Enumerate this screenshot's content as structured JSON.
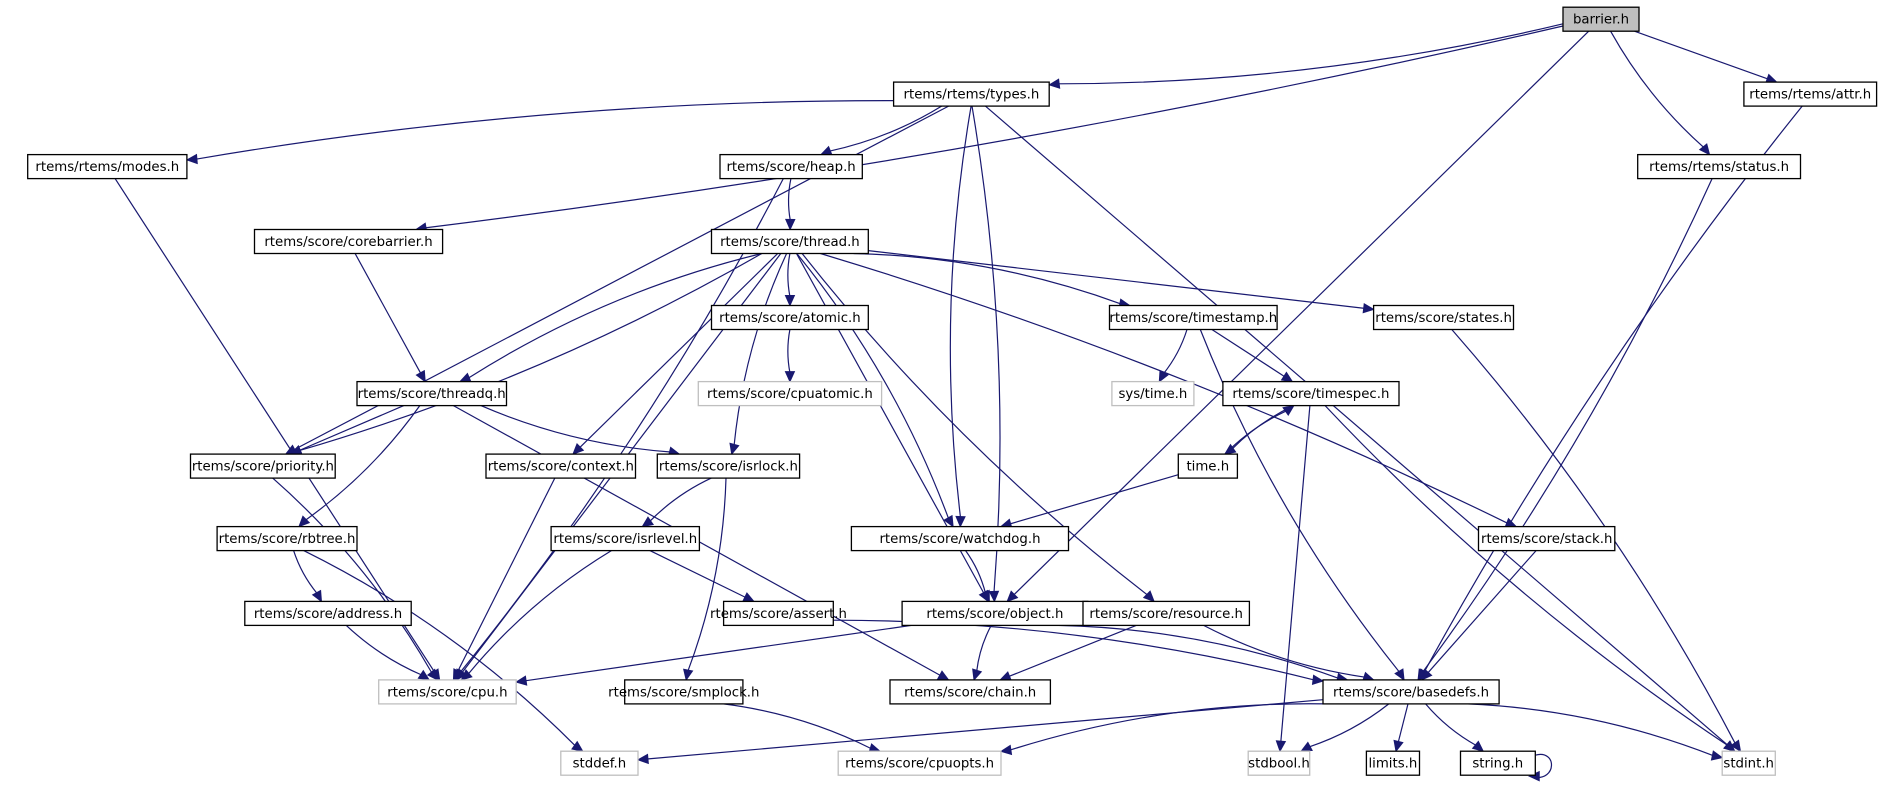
{
  "title": "barrier.h include dependency graph",
  "colors": {
    "edge": "#191970",
    "node_border": "#000000",
    "node_border_external": "#bfbfbf",
    "root_fill": "#bfbfbf",
    "node_fill": "#ffffff"
  },
  "nodes": [
    {
      "id": "barrier",
      "label": "barrier.h",
      "kind": "root"
    },
    {
      "id": "types",
      "label": "rtems/rtems/types.h",
      "kind": "documented"
    },
    {
      "id": "attr",
      "label": "rtems/rtems/attr.h",
      "kind": "documented"
    },
    {
      "id": "modes",
      "label": "rtems/rtems/modes.h",
      "kind": "documented"
    },
    {
      "id": "heap",
      "label": "rtems/score/heap.h",
      "kind": "documented"
    },
    {
      "id": "status",
      "label": "rtems/rtems/status.h",
      "kind": "documented"
    },
    {
      "id": "corebarrier",
      "label": "rtems/score/corebarrier.h",
      "kind": "documented"
    },
    {
      "id": "thread",
      "label": "rtems/score/thread.h",
      "kind": "documented"
    },
    {
      "id": "atomic",
      "label": "rtems/score/atomic.h",
      "kind": "documented"
    },
    {
      "id": "timestamp",
      "label": "rtems/score/timestamp.h",
      "kind": "documented"
    },
    {
      "id": "states",
      "label": "rtems/score/states.h",
      "kind": "documented"
    },
    {
      "id": "threadq",
      "label": "rtems/score/threadq.h",
      "kind": "documented"
    },
    {
      "id": "cpuatomic",
      "label": "rtems/score/cpuatomic.h",
      "kind": "external"
    },
    {
      "id": "systime",
      "label": "sys/time.h",
      "kind": "external"
    },
    {
      "id": "timespec",
      "label": "rtems/score/timespec.h",
      "kind": "documented"
    },
    {
      "id": "priority",
      "label": "rtems/score/priority.h",
      "kind": "documented"
    },
    {
      "id": "context",
      "label": "rtems/score/context.h",
      "kind": "documented"
    },
    {
      "id": "isrlock",
      "label": "rtems/score/isrlock.h",
      "kind": "documented"
    },
    {
      "id": "timeh",
      "label": "time.h",
      "kind": "documented"
    },
    {
      "id": "rbtree",
      "label": "rtems/score/rbtree.h",
      "kind": "documented"
    },
    {
      "id": "isrlevel",
      "label": "rtems/score/isrlevel.h",
      "kind": "documented"
    },
    {
      "id": "watchdog",
      "label": "rtems/score/watchdog.h",
      "kind": "documented"
    },
    {
      "id": "stack",
      "label": "rtems/score/stack.h",
      "kind": "documented"
    },
    {
      "id": "address",
      "label": "rtems/score/address.h",
      "kind": "documented"
    },
    {
      "id": "assert",
      "label": "rtems/score/assert.h",
      "kind": "documented"
    },
    {
      "id": "object",
      "label": "rtems/score/object.h",
      "kind": "documented"
    },
    {
      "id": "resource",
      "label": "rtems/score/resource.h",
      "kind": "documented"
    },
    {
      "id": "cpu",
      "label": "rtems/score/cpu.h",
      "kind": "external"
    },
    {
      "id": "smplock",
      "label": "rtems/score/smplock.h",
      "kind": "documented"
    },
    {
      "id": "chain",
      "label": "rtems/score/chain.h",
      "kind": "documented"
    },
    {
      "id": "basedefs",
      "label": "rtems/score/basedefs.h",
      "kind": "documented"
    },
    {
      "id": "stddef",
      "label": "stddef.h",
      "kind": "external"
    },
    {
      "id": "cpuopts",
      "label": "rtems/score/cpuopts.h",
      "kind": "external"
    },
    {
      "id": "stdbool",
      "label": "stdbool.h",
      "kind": "external"
    },
    {
      "id": "limits",
      "label": "limits.h",
      "kind": "documented"
    },
    {
      "id": "string",
      "label": "string.h",
      "kind": "documented"
    },
    {
      "id": "stdint",
      "label": "stdint.h",
      "kind": "external"
    }
  ],
  "edges": [
    [
      "barrier",
      "types"
    ],
    [
      "barrier",
      "attr"
    ],
    [
      "barrier",
      "status"
    ],
    [
      "barrier",
      "corebarrier"
    ],
    [
      "barrier",
      "object"
    ],
    [
      "types",
      "modes"
    ],
    [
      "types",
      "heap"
    ],
    [
      "types",
      "priority"
    ],
    [
      "types",
      "watchdog"
    ],
    [
      "types",
      "object"
    ],
    [
      "types",
      "stdint"
    ],
    [
      "attr",
      "basedefs"
    ],
    [
      "status",
      "basedefs"
    ],
    [
      "modes",
      "cpu"
    ],
    [
      "heap",
      "thread"
    ],
    [
      "heap",
      "cpu"
    ],
    [
      "corebarrier",
      "threadq"
    ],
    [
      "thread",
      "atomic"
    ],
    [
      "thread",
      "timestamp"
    ],
    [
      "thread",
      "states"
    ],
    [
      "thread",
      "threadq"
    ],
    [
      "thread",
      "priority"
    ],
    [
      "thread",
      "context"
    ],
    [
      "thread",
      "isrlock"
    ],
    [
      "thread",
      "watchdog"
    ],
    [
      "thread",
      "object"
    ],
    [
      "thread",
      "resource"
    ],
    [
      "thread",
      "stack"
    ],
    [
      "thread",
      "cpu"
    ],
    [
      "atomic",
      "cpuatomic"
    ],
    [
      "timestamp",
      "systime"
    ],
    [
      "timestamp",
      "timespec"
    ],
    [
      "timestamp",
      "basedefs"
    ],
    [
      "states",
      "stdint"
    ],
    [
      "threadq",
      "priority"
    ],
    [
      "threadq",
      "isrlock"
    ],
    [
      "threadq",
      "rbtree"
    ],
    [
      "threadq",
      "chain"
    ],
    [
      "timespec",
      "timeh"
    ],
    [
      "timeh",
      "timespec"
    ],
    [
      "timespec",
      "stdbool"
    ],
    [
      "timespec",
      "stdint"
    ],
    [
      "priority",
      "cpu"
    ],
    [
      "context",
      "cpu"
    ],
    [
      "isrlock",
      "isrlevel"
    ],
    [
      "isrlock",
      "smplock"
    ],
    [
      "timeh",
      "watchdog"
    ],
    [
      "rbtree",
      "address"
    ],
    [
      "rbtree",
      "stddef"
    ],
    [
      "isrlevel",
      "assert"
    ],
    [
      "isrlevel",
      "cpu"
    ],
    [
      "watchdog",
      "object"
    ],
    [
      "stack",
      "basedefs"
    ],
    [
      "address",
      "cpu"
    ],
    [
      "assert",
      "basedefs"
    ],
    [
      "object",
      "cpu"
    ],
    [
      "object",
      "chain"
    ],
    [
      "object",
      "basedefs"
    ],
    [
      "resource",
      "chain"
    ],
    [
      "resource",
      "basedefs"
    ],
    [
      "smplock",
      "cpuopts"
    ],
    [
      "basedefs",
      "stddef"
    ],
    [
      "basedefs",
      "cpuopts"
    ],
    [
      "basedefs",
      "stdbool"
    ],
    [
      "basedefs",
      "limits"
    ],
    [
      "basedefs",
      "string"
    ],
    [
      "basedefs",
      "stdint"
    ],
    [
      "string",
      "string"
    ]
  ]
}
